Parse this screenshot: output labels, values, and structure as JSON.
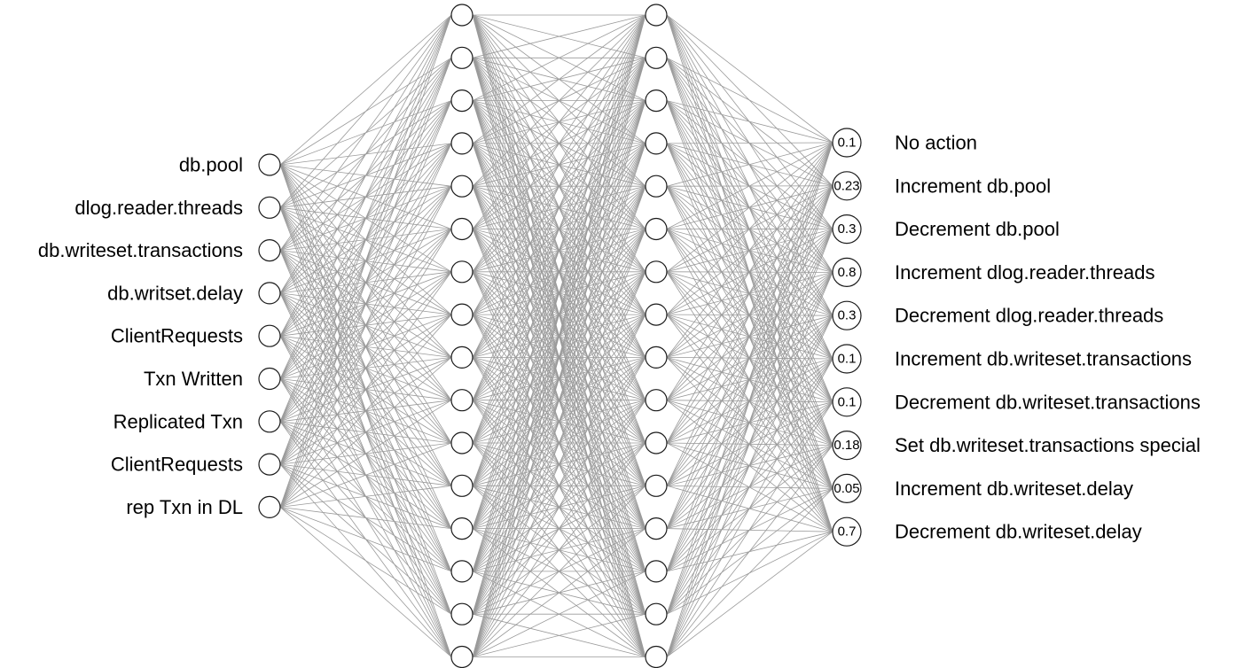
{
  "network": {
    "input_layer": {
      "labels": [
        "db.pool",
        "dlog.reader.threads",
        "db.writeset.transactions",
        "db.writset.delay",
        "ClientRequests",
        "Txn Written",
        "Replicated Txn",
        "ClientRequests",
        "rep Txn in DL"
      ]
    },
    "hidden_layers": [
      {
        "node_count": 16
      },
      {
        "node_count": 16
      }
    ],
    "output_layer": {
      "labels": [
        "No action",
        "Increment db.pool",
        "Decrement db.pool",
        "Increment dlog.reader.threads",
        "Decrement dlog.reader.threads",
        "Increment db.writeset.transactions",
        "Decrement db.writeset.transactions",
        "Set db.writeset.transactions special",
        "Increment db.writeset.delay",
        "Decrement db.writeset.delay"
      ],
      "values": [
        "0.1",
        "0.23",
        "0.3",
        "0.8",
        "0.3",
        "0.1",
        "0.1",
        "0.18",
        "0.05",
        "0.7"
      ]
    },
    "colors": {
      "edge": "#9a9a9a",
      "node_stroke": "#1a1a1a",
      "node_fill": "#ffffff",
      "text": "#000000"
    }
  }
}
